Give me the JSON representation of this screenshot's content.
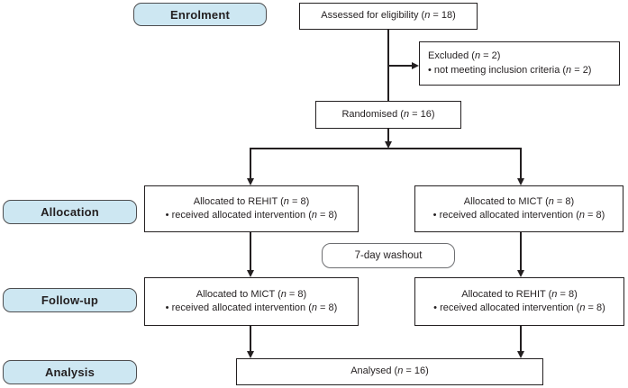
{
  "stages": [
    {
      "label": "Enrolment"
    },
    {
      "label": "Allocation"
    },
    {
      "label": "Follow-up"
    },
    {
      "label": "Analysis"
    }
  ],
  "boxes": {
    "assessed": {
      "lines": [
        "Assessed for eligibility (n = 18)"
      ]
    },
    "excluded": {
      "lines": [
        "Excluded (n = 2)",
        "• not meeting inclusion criteria (n = 2)"
      ]
    },
    "randomised": {
      "lines": [
        "Randomised (n = 16)"
      ]
    },
    "alloc_left": {
      "lines": [
        "Allocated to REHIT (n = 8)",
        "• received allocated intervention (n = 8)"
      ]
    },
    "alloc_right": {
      "lines": [
        "Allocated to MICT (n = 8)",
        "• received allocated intervention (n = 8)"
      ]
    },
    "washout": {
      "label": "7-day washout"
    },
    "fu_left": {
      "lines": [
        "Allocated to MICT (n = 8)",
        "• received allocated intervention (n = 8)"
      ]
    },
    "fu_right": {
      "lines": [
        "Allocated to REHIT (n = 8)",
        "• received allocated intervention (n = 8)"
      ]
    },
    "analysed": {
      "lines": [
        "Analysed (n = 16)"
      ]
    }
  },
  "colors": {
    "background": "#ffffff",
    "stage_fill": "#cde7f2",
    "stage_border": "#4d4d4f",
    "box_border": "#231f20",
    "washout_border": "#6d6e71",
    "line": "#231f20",
    "text": "#231f20"
  }
}
